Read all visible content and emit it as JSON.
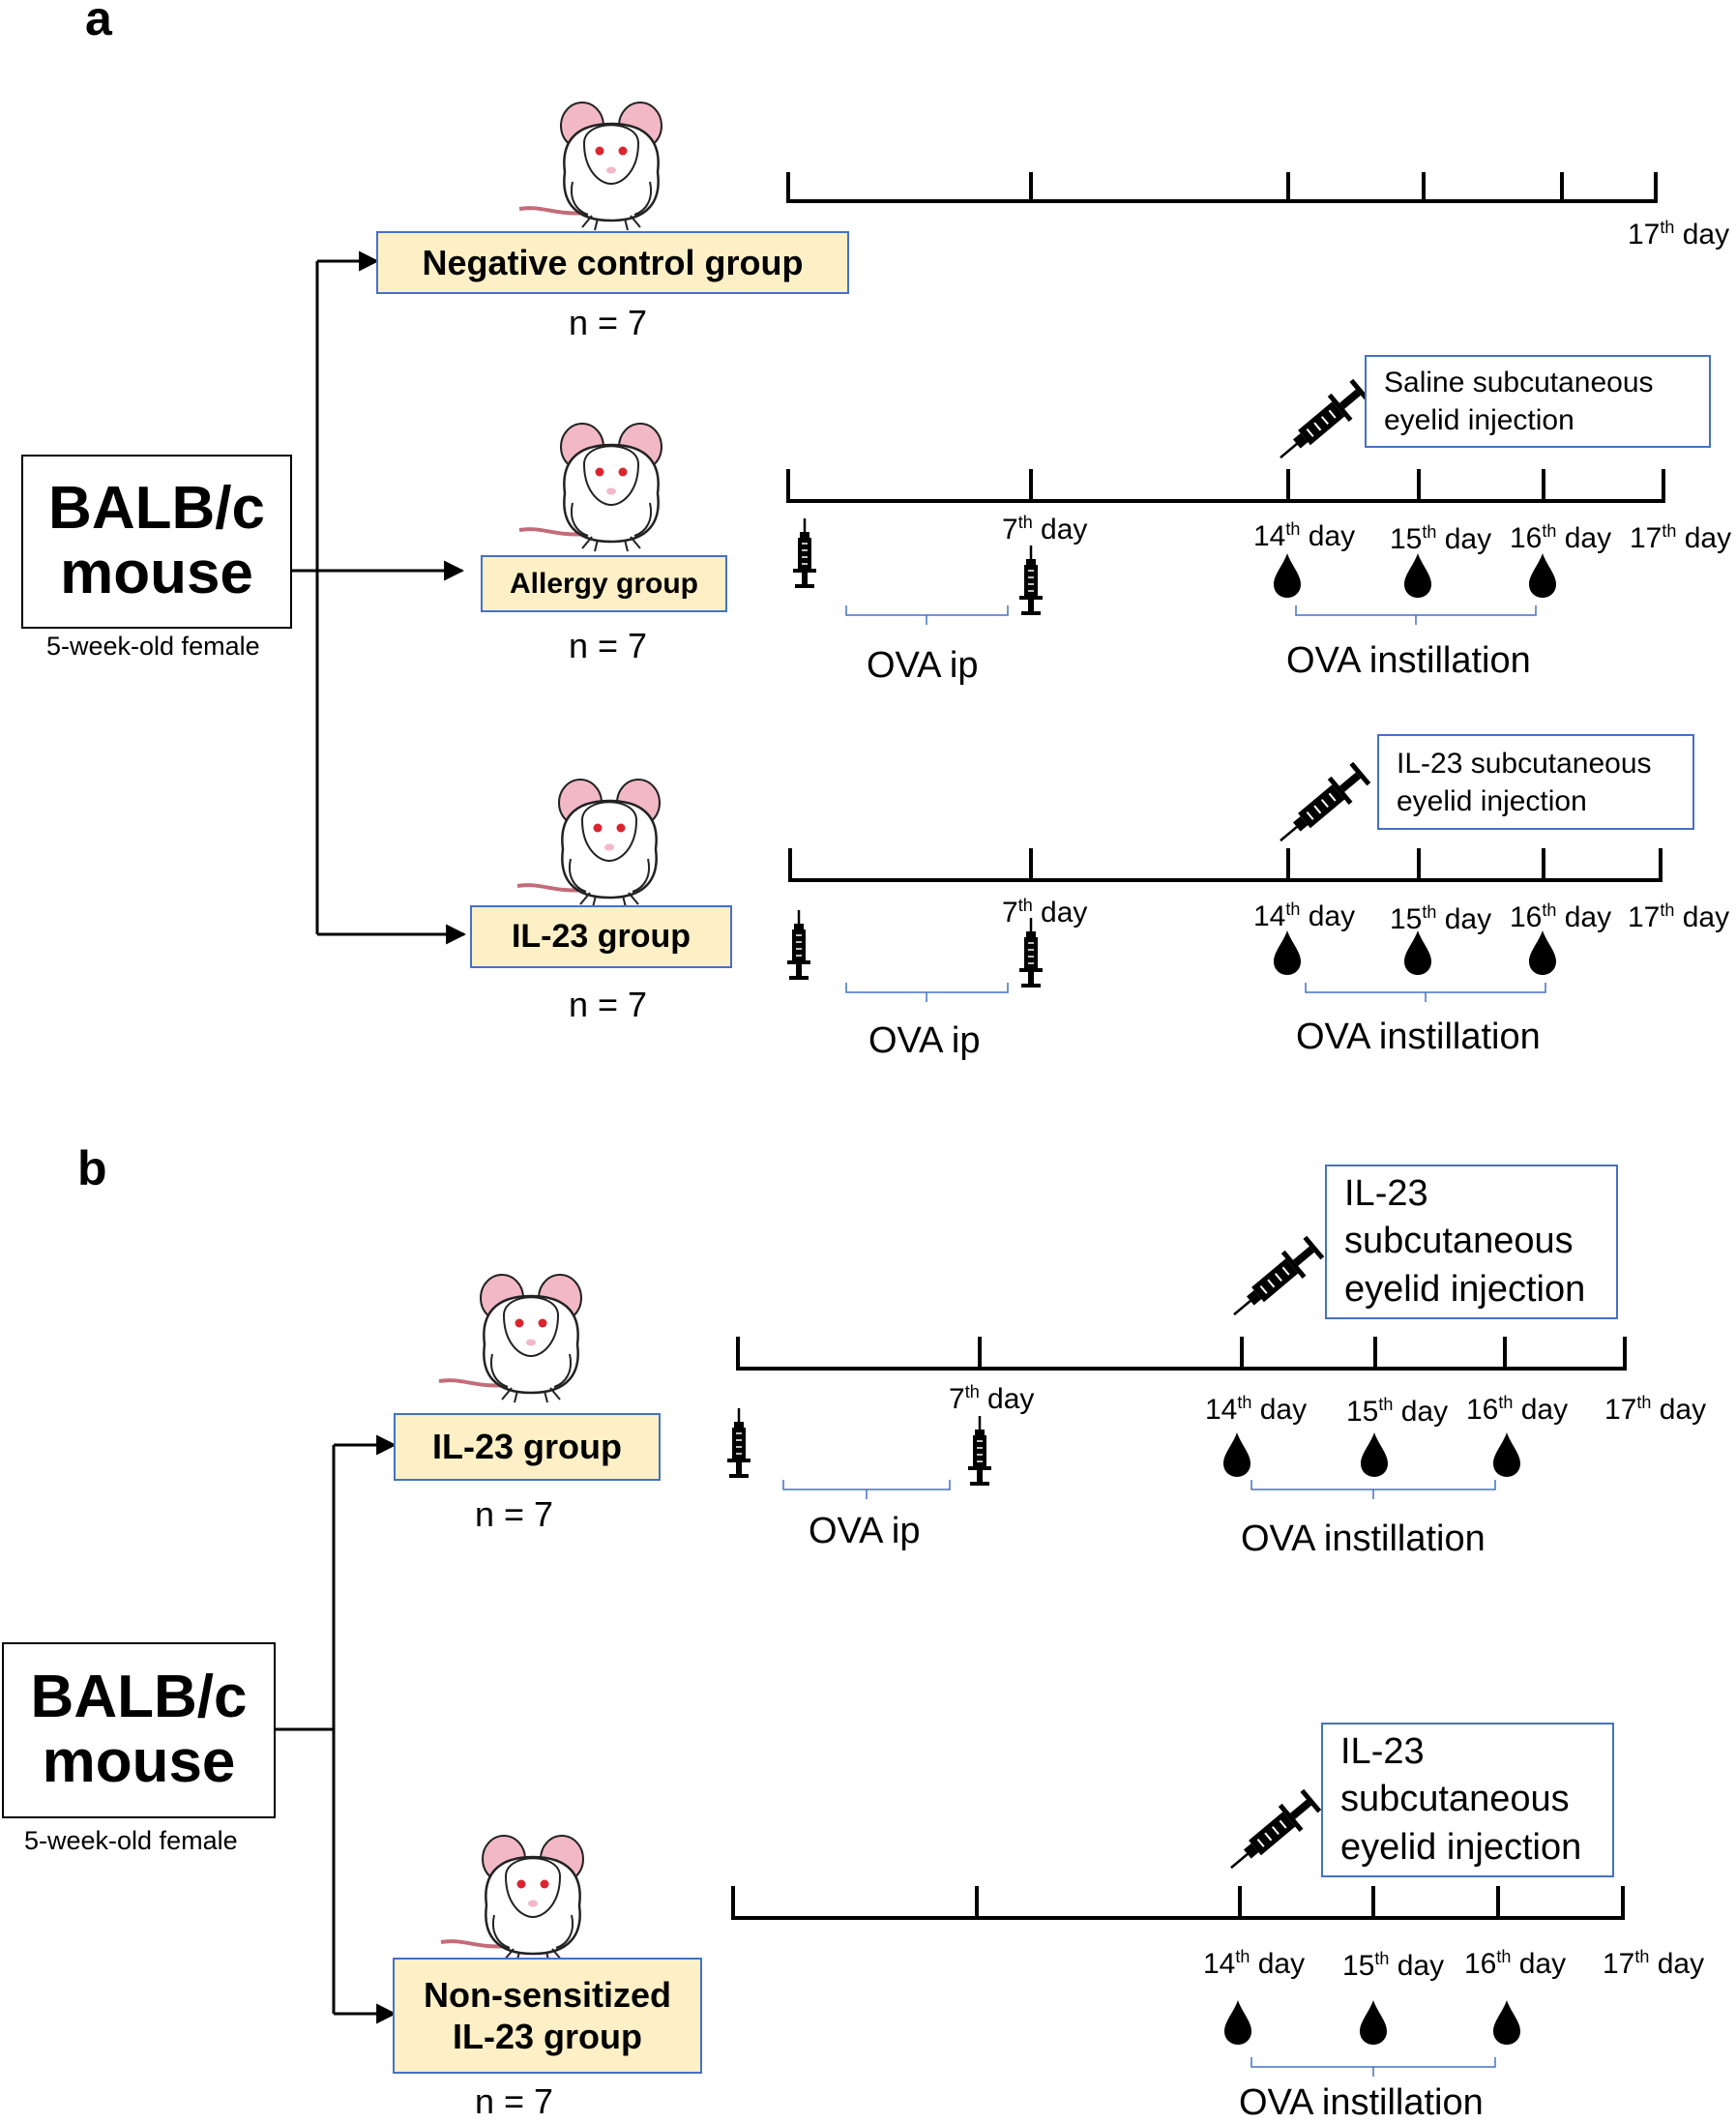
{
  "panel_a": {
    "letter": "a",
    "mouse": {
      "line1": "BALB/c",
      "line2": "mouse",
      "note": "5-week-old female"
    },
    "groups": [
      {
        "name": "Negative control group",
        "n": "n = 7",
        "days": [
          {
            "num": "17",
            "suf": "th",
            "word": "day"
          }
        ]
      },
      {
        "name": "Allergy group",
        "n": "n = 7",
        "injection": {
          "line1": "Saline subcutaneous",
          "line2": "eyelid injection"
        },
        "days": [
          {
            "num": "7",
            "suf": "th",
            "word": "day"
          },
          {
            "num": "14",
            "suf": "th",
            "word": "day"
          },
          {
            "num": "15",
            "suf": "th",
            "word": "day"
          },
          {
            "num": "16",
            "suf": "th",
            "word": "day"
          },
          {
            "num": "17",
            "suf": "th",
            "word": "day"
          }
        ],
        "ova_ip": "OVA ip",
        "ova_instillation": "OVA instillation"
      },
      {
        "name": "IL-23 group",
        "n": "n = 7",
        "injection": {
          "line1": "IL-23 subcutaneous",
          "line2": "eyelid injection"
        },
        "days": [
          {
            "num": "7",
            "suf": "th",
            "word": "day"
          },
          {
            "num": "14",
            "suf": "th",
            "word": "day"
          },
          {
            "num": "15",
            "suf": "th",
            "word": "day"
          },
          {
            "num": "16",
            "suf": "th",
            "word": "day"
          },
          {
            "num": "17",
            "suf": "th",
            "word": "day"
          }
        ],
        "ova_ip": "OVA ip",
        "ova_instillation": "OVA instillation"
      }
    ]
  },
  "panel_b": {
    "letter": "b",
    "mouse": {
      "line1": "BALB/c",
      "line2": "mouse",
      "note": "5-week-old female"
    },
    "groups": [
      {
        "name": "IL-23 group",
        "n": "n = 7",
        "injection": {
          "line1": "IL-23",
          "line2": "subcutaneous",
          "line3": "eyelid injection"
        },
        "days": [
          {
            "num": "7",
            "suf": "th",
            "word": "day"
          },
          {
            "num": "14",
            "suf": "th",
            "word": "day"
          },
          {
            "num": "15",
            "suf": "th",
            "word": "day"
          },
          {
            "num": "16",
            "suf": "th",
            "word": "day"
          },
          {
            "num": "17",
            "suf": "th",
            "word": "day"
          }
        ],
        "ova_ip": "OVA ip",
        "ova_instillation": "OVA instillation"
      },
      {
        "name_line1": "Non-sensitized",
        "name_line2": "IL-23 group",
        "n": "n = 7",
        "injection": {
          "line1": "IL-23",
          "line2": "subcutaneous",
          "line3": "eyelid injection"
        },
        "days": [
          {
            "num": "14",
            "suf": "th",
            "word": "day"
          },
          {
            "num": "15",
            "suf": "th",
            "word": "day"
          },
          {
            "num": "16",
            "suf": "th",
            "word": "day"
          },
          {
            "num": "17",
            "suf": "th",
            "word": "day"
          }
        ],
        "ova_instillation": "OVA instillation"
      }
    ]
  },
  "colors": {
    "group_fill": "#fdefc6",
    "box_border": "#4472c4",
    "brace": "#4472c4",
    "mouse_ear": "#f2b8c6",
    "mouse_eye": "#d9262e"
  }
}
